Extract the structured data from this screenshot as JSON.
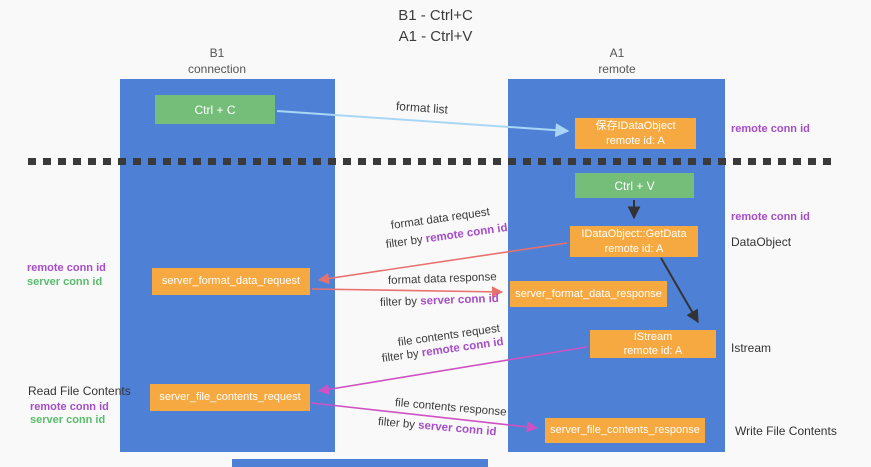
{
  "title": {
    "line1": "B1 - Ctrl+C",
    "line2": "A1 - Ctrl+V"
  },
  "columns": {
    "left": {
      "name": "B1",
      "role": "connection"
    },
    "right": {
      "name": "A1",
      "role": "remote"
    }
  },
  "nodes": {
    "ctrl_c": {
      "label": "Ctrl + C"
    },
    "ctrl_v": {
      "label": "Ctrl + V"
    },
    "save_idataobject": {
      "line1": "保存IDataObject",
      "line2": "remote id: A"
    },
    "getdata": {
      "line1": "IDataObject::GetData",
      "line2": "remote id: A"
    },
    "istream": {
      "line1": "IStream",
      "line2": "remote id: A"
    },
    "server_format_data_request": {
      "label": "server_format_data_request"
    },
    "server_format_data_response": {
      "label": "server_format_data_response"
    },
    "server_file_contents_request": {
      "label": "server_file_contents_request"
    },
    "server_file_contents_response": {
      "label": "server_file_contents_response"
    }
  },
  "flow_labels": {
    "format_list": "format list",
    "format_data_request": {
      "text": "format data request",
      "filter_prefix": "filter by ",
      "filter_value": "remote conn id"
    },
    "format_data_response": {
      "text": "format data response",
      "filter_prefix": "filter by ",
      "filter_value": "server conn id"
    },
    "file_contents_request": {
      "text": "file contents request",
      "filter_prefix": "filter by ",
      "filter_value": "remote conn id"
    },
    "file_contents_response": {
      "text": "file contents response",
      "filter_prefix": "filter by ",
      "filter_value": "server conn id"
    }
  },
  "annotations": {
    "right_top_remote_conn_id": "remote conn id",
    "right_mid_remote_conn_id": "remote conn id",
    "dataobject": "DataObject",
    "istream": "Istream",
    "write_file_contents": "Write File Contents",
    "left_remote_conn_id_1": "remote conn id",
    "left_server_conn_id_1": "server conn id",
    "read_file_contents": "Read File Contents",
    "left_remote_conn_id_2": "remote conn id",
    "left_server_conn_id_2": "server conn id"
  },
  "colors": {
    "column_blue": "#4e81d6",
    "box_orange": "#f7a941",
    "box_green": "#74be79",
    "label_purple": "#a64dc8",
    "label_green": "#58bd6c",
    "arrow_red": "#e8716d",
    "arrow_magenta": "#ce52c4",
    "arrow_lightblue": "#a8d7f5",
    "arrow_black": "#333333"
  }
}
